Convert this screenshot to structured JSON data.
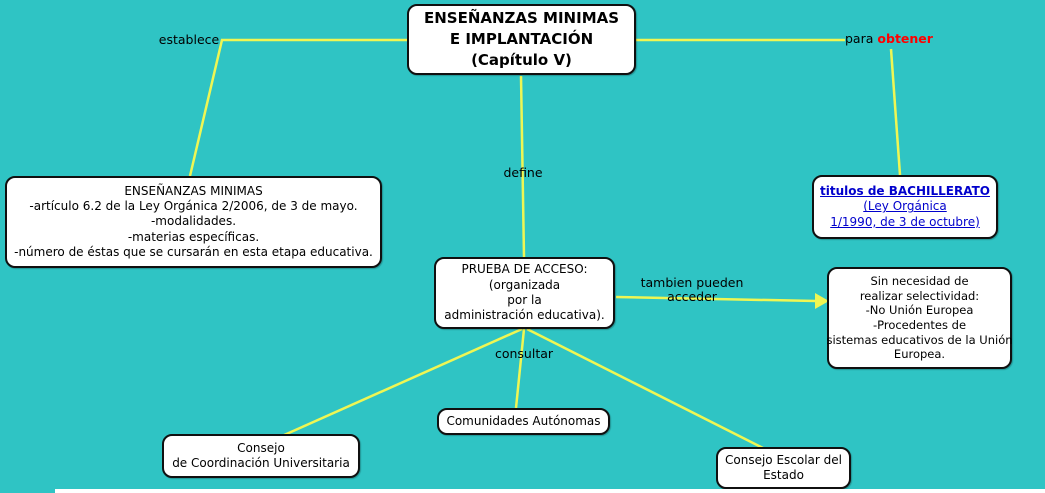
{
  "colors": {
    "background": "#2fc4c4",
    "connector_yellow": "#eff653",
    "node_background": "#ffffff",
    "node_border": "#101010",
    "link_blue": "#0000cc",
    "accent_red": "#ff0000"
  },
  "nodes": {
    "title": {
      "line1": "ENSEÑANZAS MINIMAS",
      "line2": "E IMPLANTACIÓN",
      "line3": "(Capítulo V)"
    },
    "ensenanzas_minimas": {
      "line1": "ENSEÑANZAS MINIMAS",
      "line2": "-artículo 6.2 de la Ley Orgánica 2/2006, de 3 de mayo.",
      "line3": "-modalidades.",
      "line4": "-materias específicas.",
      "line5": "-número de éstas que se cursarán en esta etapa educativa."
    },
    "prueba_acceso": {
      "line1": "PRUEBA DE ACCESO:",
      "line2": "(organizada",
      "line3": "por la",
      "line4": "administración educativa)."
    },
    "titulos_bachillerato": {
      "line1": "titulos de BACHILLERATO",
      "line2": "(Ley Orgánica",
      "line3": "1/1990, de 3 de octubre)"
    },
    "sin_necesidad": {
      "line1": "Sin necesidad de",
      "line2": "realizar selectividad:",
      "line3": "-No Unión Europea",
      "line4": "-Procedentes de",
      "line5": "sistemas educativos de la Unión",
      "line6": "Europea."
    },
    "consejo_coordinacion": {
      "line1": "Consejo",
      "line2": "de Coordinación Universitaria"
    },
    "comunidades_autonomas": {
      "line1": "Comunidades Autónomas"
    },
    "consejo_escolar": {
      "line1": "Consejo Escolar del",
      "line2": "Estado"
    }
  },
  "labels": {
    "establece": "establece",
    "define": "define",
    "para": "para",
    "obtener": "obtener",
    "tambien_line1": "tambien pueden",
    "tambien_line2": "acceder",
    "consultar": "consultar"
  }
}
